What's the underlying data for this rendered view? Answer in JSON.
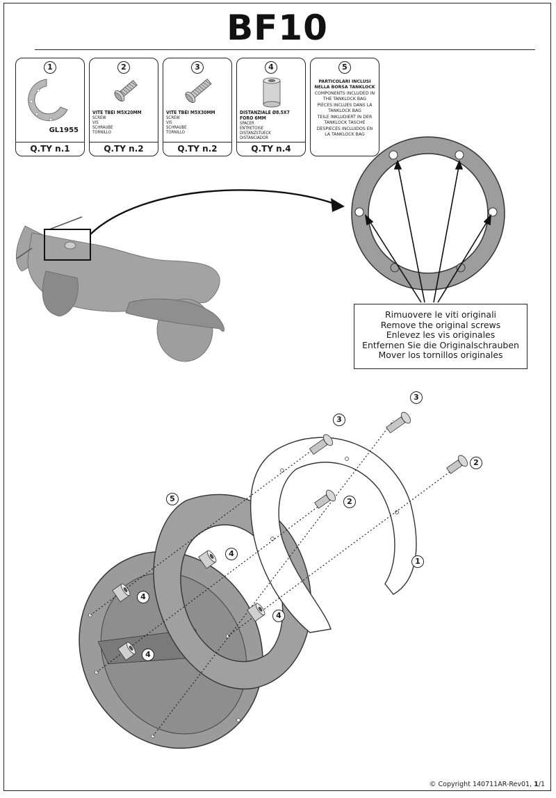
{
  "title": "BF10",
  "parts": [
    {
      "number": "1",
      "code": "GL1955",
      "desc_bold": "",
      "desc": [],
      "qty": "Q.TY n.1"
    },
    {
      "number": "2",
      "code": "",
      "desc_bold": "VITE TBEI M5x20mm",
      "desc": [
        "SCREW",
        "VIS",
        "SCHRAUBE",
        "TORNILLO"
      ],
      "qty": "Q.TY n.2"
    },
    {
      "number": "3",
      "code": "",
      "desc_bold": "VITE TBEI M5x30mm",
      "desc": [
        "SCREW",
        "VIS",
        "SCHRAUBE",
        "TORNILLO"
      ],
      "qty": "Q.TY n.2"
    },
    {
      "number": "4",
      "code": "",
      "desc_bold": "DISTANZIALE Ø8.5x7",
      "desc_bold2": "Foro 6mm",
      "desc": [
        "SPACER",
        "ENTRETOISE",
        "DISTANZSTUECK",
        "DISTANCIADOR"
      ],
      "qty": "Q.TY n.4"
    },
    {
      "number": "5",
      "desc_bold": "PARTICOLARI INCLUSI NELLA BORSA TANKLOCK",
      "desc": [
        "COMPONENTS INCLUDED IN THE TANKLOCK BAG",
        "PIÈCES INCLUES DANS LA TANKLOCK BAG",
        "TEILE INKLUDIERT IN DER TANKLOCK TASCHE",
        "DESPIECES INCLUIDOS EN LA TANKLOCK BAG"
      ]
    }
  ],
  "instruction": [
    "Rimuovere le viti originali",
    "Remove the original screws",
    "Enlevez  les vis originales",
    "Entfernen Sie die Originalschrauben",
    "Mover los tornillos originales"
  ],
  "callouts": {
    "screw_m5x30": "3",
    "screw_m5x20": "2",
    "spacer": "4",
    "ring_tanklock": "5",
    "flange": "1"
  },
  "copyright": {
    "text": "© Copyright 140711AR-Rev01, ",
    "page": "1",
    "total": "/1"
  },
  "colors": {
    "part_gray": "#9a9a9a",
    "light_gray": "#c8c8c8",
    "ink": "#1a1a1a"
  }
}
